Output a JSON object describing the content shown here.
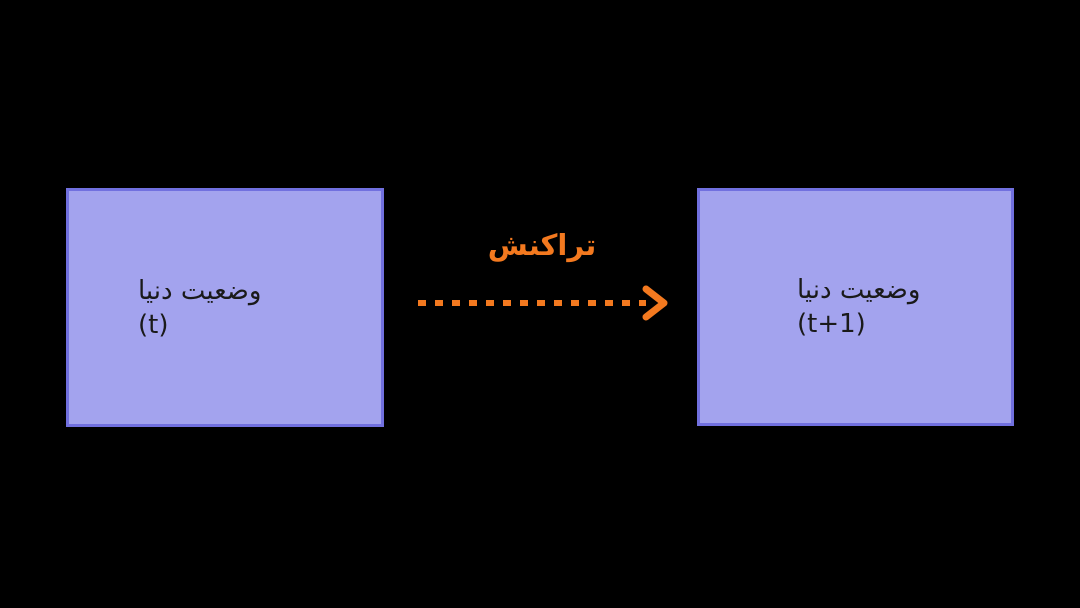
{
  "diagram": {
    "background": "#000000",
    "nodes": [
      {
        "id": "world-state-t",
        "label": "وضعیت دنیا",
        "sublabel": "(t)",
        "fill": "#A3A3EE",
        "border": "#7170DF",
        "text_color": "#1A1A1A"
      },
      {
        "id": "world-state-t-plus-1",
        "label": "وضعیت دنیا",
        "sublabel": "(t+1)",
        "fill": "#A3A3EE",
        "border": "#7170DF",
        "text_color": "#1A1A1A"
      }
    ],
    "edge": {
      "label": "تراکنش",
      "color": "#F3791F",
      "style": "dashed",
      "direction": "right"
    }
  }
}
